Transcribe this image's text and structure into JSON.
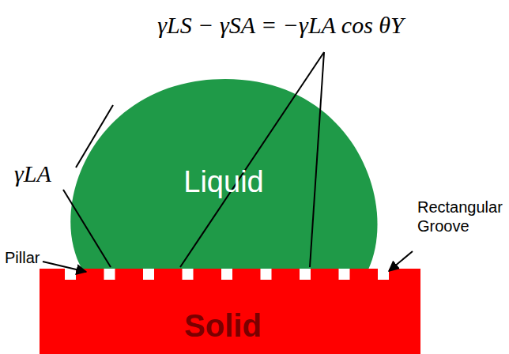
{
  "diagram": {
    "nodes": [
      {
        "text": [
          "Liquid"
        ]
      },
      {
        "text": [
          "Solid"
        ]
      }
    ],
    "labels": [
      "γLS − γSA = −γLA cos θY",
      "γLA",
      "Pillar",
      "Rectangular Groove"
    ]
  }
}
